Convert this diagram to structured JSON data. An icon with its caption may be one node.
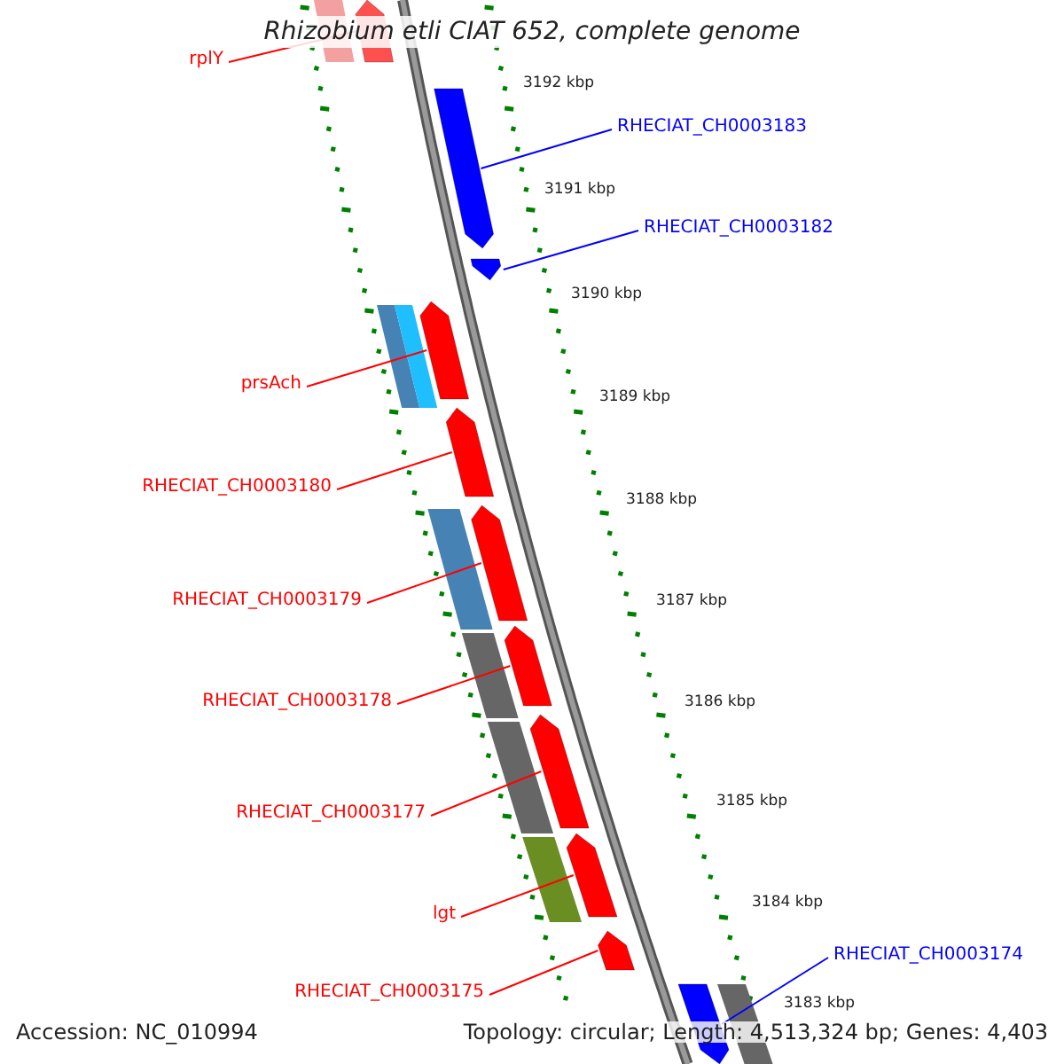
{
  "diagram": {
    "title": "Rhizobium etli CIAT 652, complete genome",
    "nodes": [
      {
        "text": [
          "rplY"
        ]
      },
      {
        "text": [],
        "shape": "arrow"
      },
      {
        "text": [
          "RHECIAT_CH0003183"
        ]
      },
      {
        "text": [],
        "shape": "arrow"
      },
      {
        "text": [
          "RHECIAT_CH0003182"
        ]
      },
      {
        "text": [],
        "shape": "arrow"
      },
      {
        "text": [
          "prsAch"
        ]
      },
      {
        "text": [],
        "shape": "arrow"
      },
      {
        "text": [
          "RHECIAT_CH0003180"
        ]
      },
      {
        "text": [],
        "shape": "arrow"
      },
      {
        "text": [
          "RHECIAT_CH0003179"
        ]
      },
      {
        "text": [],
        "shape": "arrow"
      },
      {
        "text": [
          "RHECIAT_CH0003178"
        ]
      },
      {
        "text": [],
        "shape": "arrow"
      },
      {
        "text": [
          "RHECIAT_CH0003177"
        ]
      },
      {
        "text": [],
        "shape": "arrow"
      },
      {
        "text": [
          "lgt"
        ]
      },
      {
        "text": [],
        "shape": "arrow"
      },
      {
        "text": [
          "RHECIAT_CH0003175"
        ]
      },
      {
        "text": [],
        "shape": "arrow"
      },
      {
        "text": [
          "RHECIAT_CH0003174"
        ]
      },
      {
        "text": [],
        "shape": "arrow"
      }
    ],
    "edges": [
      {
        "from": 0,
        "to": 1,
        "arrow": "none"
      },
      {
        "from": 2,
        "to": 3,
        "arrow": "none",
        "color": "#0000ff"
      },
      {
        "from": 4,
        "to": 5,
        "arrow": "none",
        "color": "#0000ff"
      },
      {
        "from": 6,
        "to": 7,
        "arrow": "none"
      },
      {
        "from": 8,
        "to": 9,
        "arrow": "none"
      },
      {
        "from": 10,
        "to": 11,
        "arrow": "none"
      },
      {
        "from": 12,
        "to": 13,
        "arrow": "none"
      },
      {
        "from": 14,
        "to": 15,
        "arrow": "none"
      },
      {
        "from": 16,
        "to": 17,
        "arrow": "none"
      },
      {
        "from": 18,
        "to": 19,
        "arrow": "none"
      },
      {
        "from": 20,
        "to": 21,
        "arrow": "none",
        "color": "#0000ff"
      }
    ],
    "labels": [
      "3192 kbp",
      "3191 kbp",
      "3190 kbp",
      "3189 kbp",
      "3188 kbp",
      "3187 kbp",
      "3186 kbp",
      "3185 kbp",
      "3184 kbp",
      "3183 kbp",
      "Accession: NC_010994",
      "Topology: circular; Length: 4,513,324 bp; Genes: 4,403"
    ]
  }
}
